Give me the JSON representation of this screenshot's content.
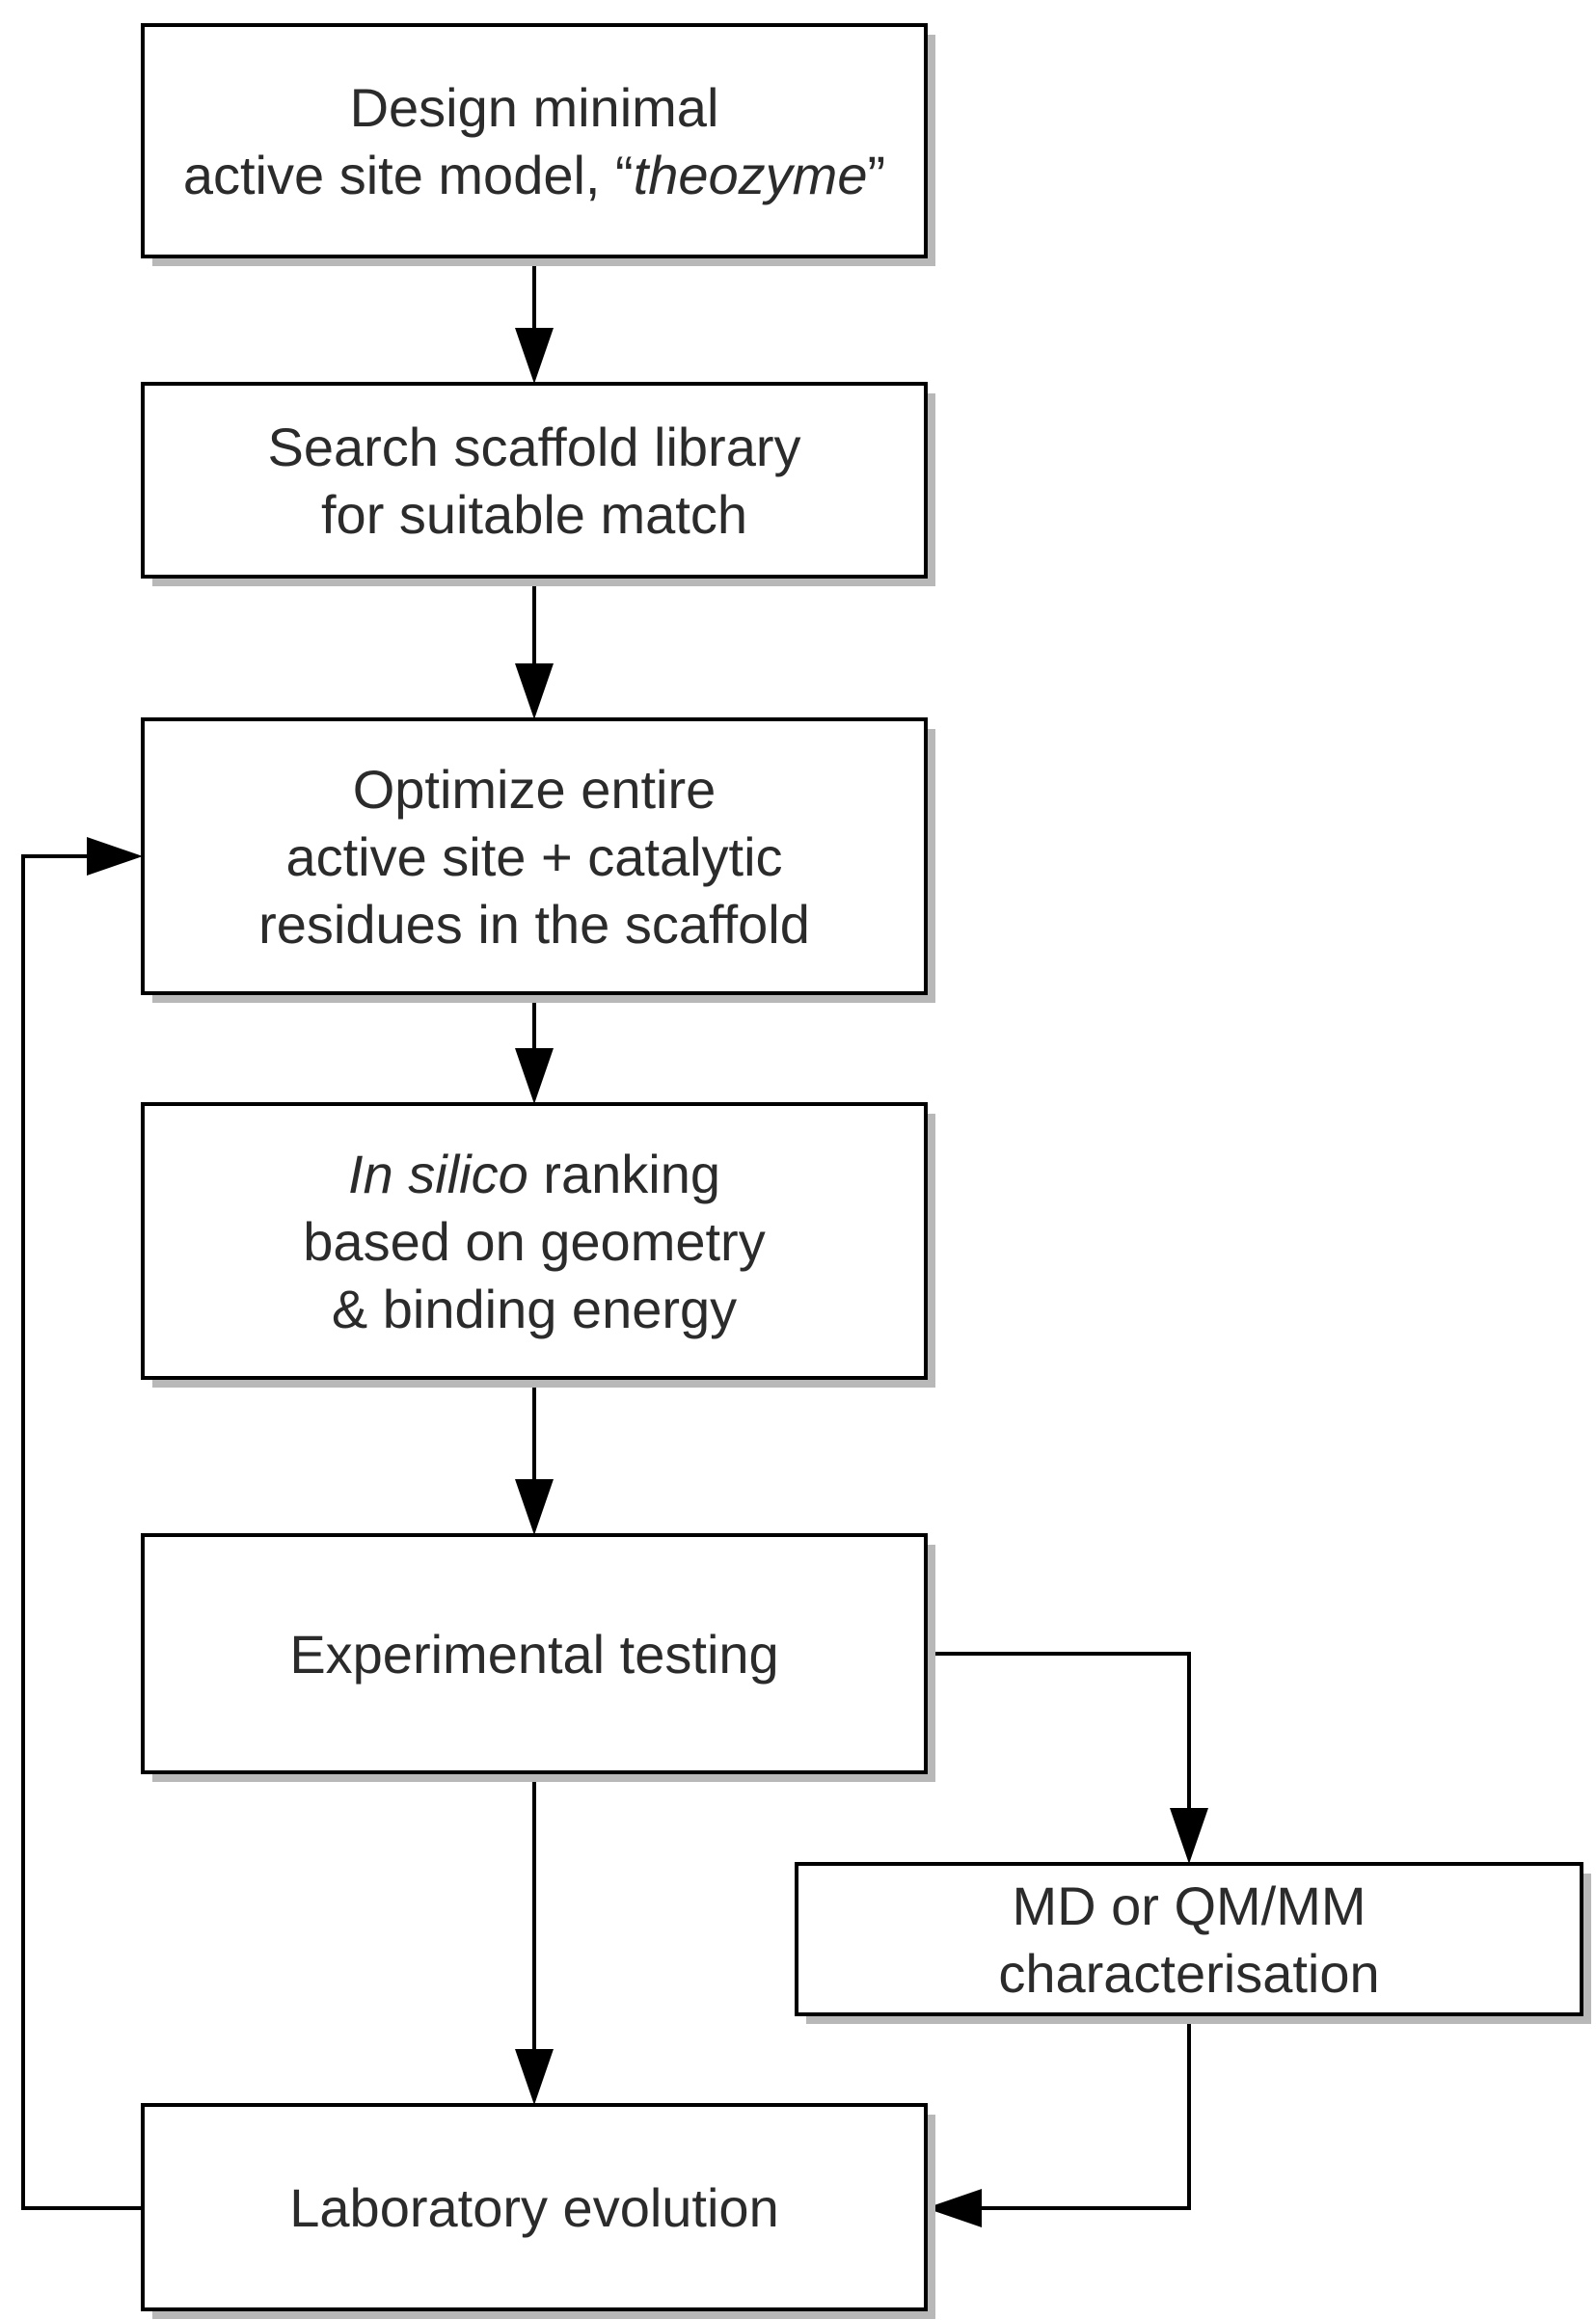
{
  "diagram": {
    "nodes": [
      {
        "id": "design-theozyme",
        "lines": [
          [
            {
              "text": "Design minimal"
            }
          ],
          [
            {
              "text": "active site model, “"
            },
            {
              "text": "theozyme",
              "italic": true
            },
            {
              "text": "”"
            }
          ]
        ]
      },
      {
        "id": "search-scaffold",
        "lines": [
          [
            {
              "text": "Search scaffold library"
            }
          ],
          [
            {
              "text": "for suitable match"
            }
          ]
        ]
      },
      {
        "id": "optimize-active-site",
        "lines": [
          [
            {
              "text": "Optimize entire"
            }
          ],
          [
            {
              "text": "active site + catalytic"
            }
          ],
          [
            {
              "text": "residues in the scaffold"
            }
          ]
        ]
      },
      {
        "id": "in-silico-ranking",
        "lines": [
          [
            {
              "text": "In silico",
              "italic": true
            },
            {
              "text": " ranking"
            }
          ],
          [
            {
              "text": "based on geometry"
            }
          ],
          [
            {
              "text": "& binding energy"
            }
          ]
        ]
      },
      {
        "id": "experimental-testing",
        "lines": [
          [
            {
              "text": "Experimental testing"
            }
          ]
        ]
      },
      {
        "id": "md-qmmm",
        "lines": [
          [
            {
              "text": "MD or QM/MM"
            }
          ],
          [
            {
              "text": "characterisation"
            }
          ]
        ]
      },
      {
        "id": "laboratory-evolution",
        "lines": [
          [
            {
              "text": "Laboratory evolution"
            }
          ]
        ]
      }
    ],
    "edges": [
      {
        "from": "design-theozyme",
        "to": "search-scaffold"
      },
      {
        "from": "search-scaffold",
        "to": "optimize-active-site"
      },
      {
        "from": "optimize-active-site",
        "to": "in-silico-ranking"
      },
      {
        "from": "in-silico-ranking",
        "to": "experimental-testing"
      },
      {
        "from": "experimental-testing",
        "to": "laboratory-evolution"
      },
      {
        "from": "experimental-testing",
        "to": "md-qmmm"
      },
      {
        "from": "md-qmmm",
        "to": "laboratory-evolution"
      },
      {
        "from": "laboratory-evolution",
        "to": "optimize-active-site"
      }
    ]
  }
}
